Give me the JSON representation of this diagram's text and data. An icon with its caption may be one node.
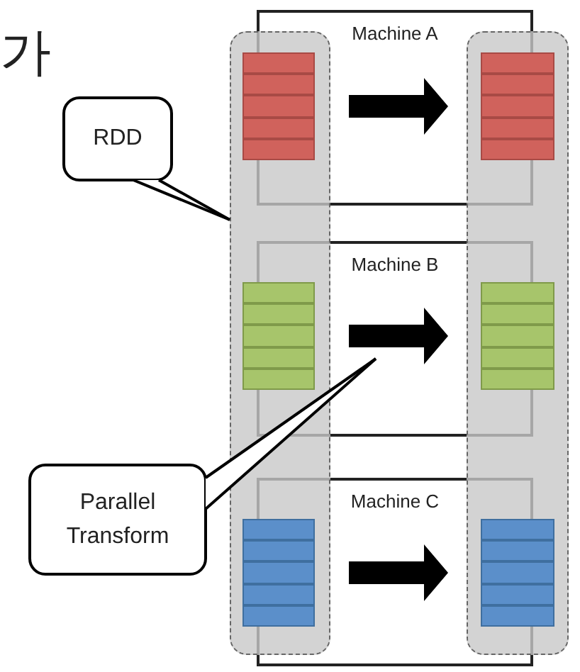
{
  "diagram": {
    "nodes": [
      {
        "text": [
          "RDD"
        ]
      },
      {
        "text": [
          "Parallel Transform"
        ]
      },
      {
        "text": [],
        "shape": "box"
      },
      {
        "text": [],
        "shape": "box"
      },
      {
        "text": [
          "Machine A"
        ]
      },
      {
        "text": [
          "Machine B"
        ]
      },
      {
        "text": [
          "Machine C"
        ]
      },
      {
        "text": [],
        "shape": "box",
        "in": 2
      },
      {
        "text": [],
        "shape": "box",
        "in": 3
      },
      {
        "text": [],
        "shape": "box",
        "in": 2
      },
      {
        "text": [],
        "shape": "box",
        "in": 3
      },
      {
        "text": [],
        "shape": "box",
        "in": 2
      },
      {
        "text": [],
        "shape": "box",
        "in": 3
      }
    ],
    "edges": [
      {
        "from": 7,
        "to": 8,
        "arrow": "to",
        "style": "thick"
      },
      {
        "from": 9,
        "to": 10,
        "arrow": "to",
        "style": "thick"
      },
      {
        "from": 11,
        "to": 12,
        "arrow": "to",
        "style": "thick"
      },
      {
        "from": 0,
        "to": 2,
        "arrow": "none"
      },
      {
        "from": 1,
        "to": 5,
        "arrow": "none"
      }
    ],
    "labels": [
      "가"
    ]
  }
}
